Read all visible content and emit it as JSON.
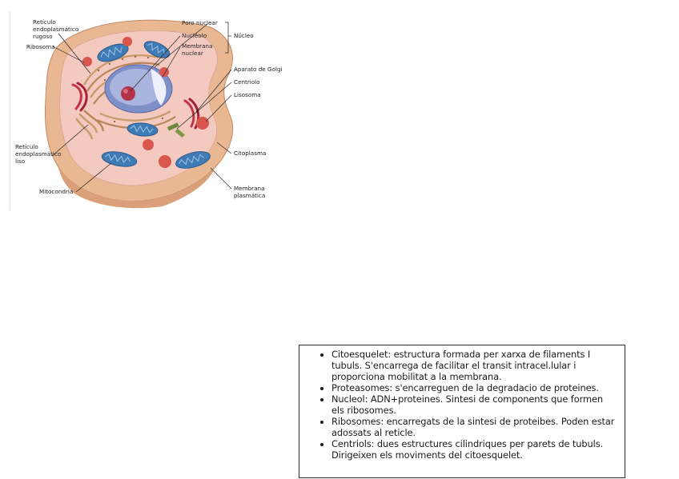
{
  "figure": {
    "labels": {
      "reticulo_rugoso": [
        "Retículo",
        "endoplasmático",
        "rugoso"
      ],
      "ribosoma": "Ribosoma",
      "poro_nuclear": "Poro nuclear",
      "nucleolo": "Nucléolo",
      "membrana_nuclear": [
        "Membrana",
        "nuclear"
      ],
      "nucleo": "Núcleo",
      "aparato_golgi": "Aparato de Golgi",
      "centriolo": "Centriolo",
      "lisosoma": "Lisosoma",
      "reticulo_liso": [
        "Retículo",
        "endoplasmático",
        "liso"
      ],
      "citoplasma": "Citoplasma",
      "mitocondria": "Mitocondria",
      "membrana_plasmatica": [
        "Membrana",
        "plasmática"
      ]
    },
    "colors": {
      "membrane": "#e9b893",
      "cytoplasm": "#f3c9c0",
      "nucleus": "#9aa7d4",
      "nucleolus": "#b3324a",
      "mitochondria": "#3f7bb5",
      "lysosome": "#d8564c",
      "er": "#c89a6a",
      "golgi": "#c4324a"
    }
  },
  "notes": {
    "items": [
      "Citoesquelet: estructura formada per xarxa de filaments I tubuls. S'encarrega de facilitar el transit intracel.lular i proporciona mobilitat a la membrana.",
      "Proteasomes: s'encarreguen de la degradacio de proteines.",
      "Nucleol: ADN+proteines. Sintesi de components que formen els ribosomes.",
      "Ribosomes: encarregats de la sintesi de proteibes. Poden estar adossats al reticle.",
      "Centriols: dues estructures cilindriques per parets de tubuls. Dirigeixen els moviments del citoesquelet."
    ]
  }
}
